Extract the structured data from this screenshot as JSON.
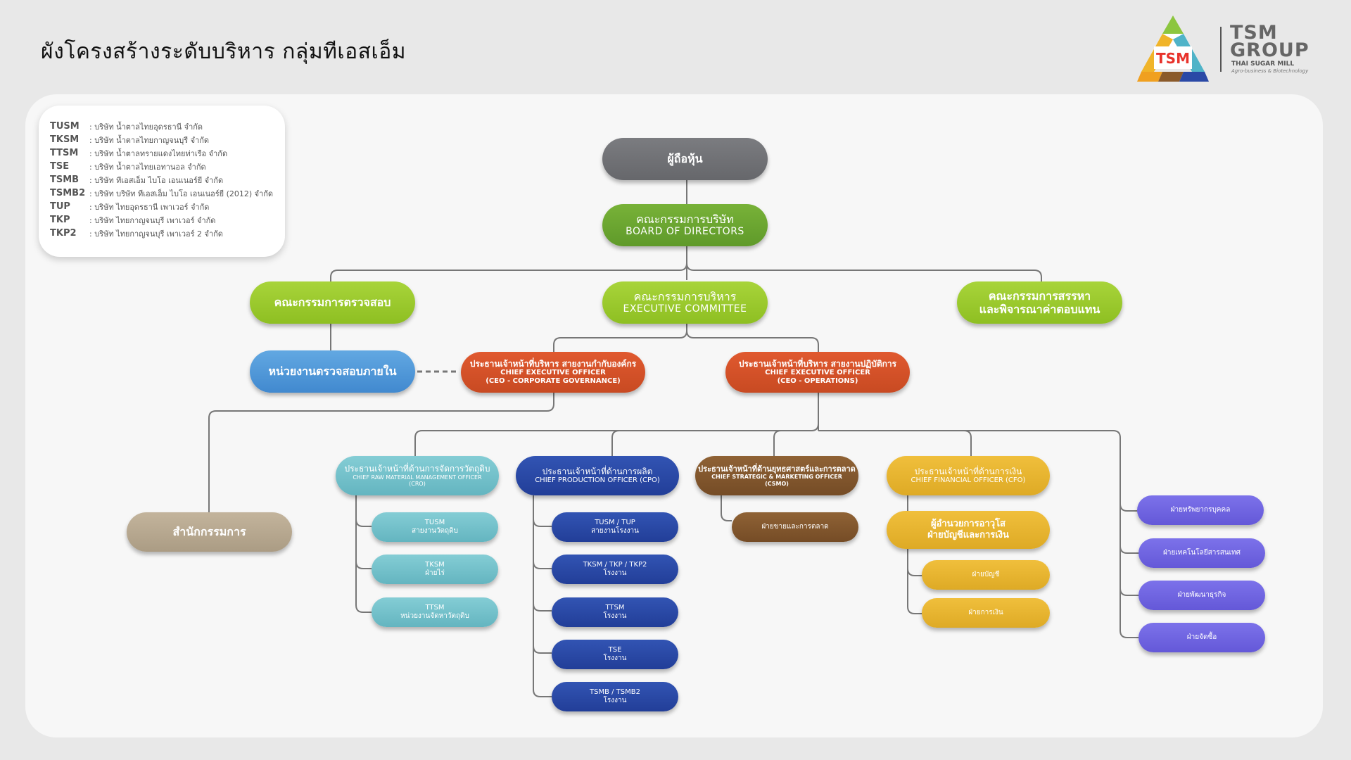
{
  "title": "ผังโครงสร้างระดับบริหาร กลุ่มทีเอสเอ็ม",
  "logo": {
    "mark": "TSM",
    "word1": "TSM",
    "word2": "GROUP",
    "sub": "THAI SUGAR MILL",
    "sub2": "Agro-business & Biotechnology"
  },
  "legend": [
    {
      "code": "TUSM",
      "desc": ": บริษัท น้ำตาลไทยอุดรธานี จำกัด"
    },
    {
      "code": "TKSM",
      "desc": ": บริษัท น้ำตาลไทยกาญจนบุรี จำกัด"
    },
    {
      "code": "TTSM",
      "desc": ": บริษัท น้ำตาลทรายแดงไทยท่าเรือ จำกัด"
    },
    {
      "code": "TSE",
      "desc": ": บริษัท น้ำตาลไทยเอทานอล จำกัด"
    },
    {
      "code": "TSMB",
      "desc": ": บริษัท ทีเอสเอ็ม ไบโอ เอนเนอร์ยี จำกัด"
    },
    {
      "code": "TSMB2",
      "desc": ": บริษัท บริษัท ทีเอสเอ็ม ไบโอ เอนเนอร์ยี (2012) จำกัด"
    },
    {
      "code": "TUP",
      "desc": ": บริษัท ไทยอุดรธานี เพาเวอร์ จำกัด"
    },
    {
      "code": "TKP",
      "desc": ": บริษัท ไทยกาญจนบุรี เพาเวอร์ จำกัด"
    },
    {
      "code": "TKP2",
      "desc": ": บริษัท ไทยกาญจนบุรี เพาเวอร์ 2 จำกัด"
    }
  ],
  "nodes": {
    "shareholders": {
      "th": "ผู้ถือหุ้น"
    },
    "board": {
      "th": "คณะกรรมการบริษัท",
      "en": "BOARD OF DIRECTORS"
    },
    "audit_committee": {
      "th": "คณะกรรมการตรวจสอบ"
    },
    "exec_committee": {
      "th": "คณะกรรมการบริหาร",
      "en": "EXECUTIVE COMMITTEE"
    },
    "nomination_committee": {
      "th1": "คณะกรรมการสรรหา",
      "th2": "และพิจารณาค่าตอบแทน"
    },
    "internal_audit": {
      "th": "หน่วยงานตรวจสอบภายใน"
    },
    "ceo_cg": {
      "th": "ประธานเจ้าหน้าที่บริหาร สายงานกำกับองค์กร",
      "en1": "CHIEF EXECUTIVE OFFICER",
      "en2": "(CEO - CORPORATE GOVERNANCE)"
    },
    "ceo_ops": {
      "th": "ประธานเจ้าหน้าที่บริหาร สายงานปฏิบัติการ",
      "en1": "CHIEF EXECUTIVE OFFICER",
      "en2": "(CEO - OPERATIONS)"
    },
    "office": {
      "th": "สำนักกรรมการ"
    },
    "cro": {
      "th": "ประธานเจ้าหน้าที่ด้านการจัดการวัตถุดิบ",
      "en1": "CHIEF RAW MATERIAL MANAGEMENT OFFICER",
      "en2": "(CRO)"
    },
    "cpo": {
      "th": "ประธานเจ้าหน้าที่ด้านการผลิต",
      "en1": "CHIEF PRODUCTION OFFICER (CPO)"
    },
    "csmo": {
      "th": "ประธานเจ้าหน้าที่ด้านยุทธศาสตร์และการตลาด",
      "en1": "CHIEF STRATEGIC & MARKETING OFFICER",
      "en2": "(CSMO)"
    },
    "cfo": {
      "th": "ประธานเจ้าหน้าที่ด้านการเงิน",
      "en1": "CHIEF FINANCIAL OFFICER (CFO)"
    },
    "cro_1": {
      "code": "TUSM",
      "th": "สายงานวัตถุดิบ"
    },
    "cro_2": {
      "code": "TKSM",
      "th": "ฝ่ายไร่"
    },
    "cro_3": {
      "code": "TTSM",
      "th": "หน่วยงานจัดหาวัตถุดิบ"
    },
    "cpo_1": {
      "code": "TUSM / TUP",
      "th": "สายงานโรงงาน"
    },
    "cpo_2": {
      "code": "TKSM / TKP / TKP2",
      "th": "โรงงาน"
    },
    "cpo_3": {
      "code": "TTSM",
      "th": "โรงงาน"
    },
    "cpo_4": {
      "code": "TSE",
      "th": "โรงงาน"
    },
    "cpo_5": {
      "code": "TSMB / TSMB2",
      "th": "โรงงาน"
    },
    "csmo_1": {
      "th": "ฝ่ายขายและการตลาด"
    },
    "cfo_director": {
      "th1": "ผู้อำนวยการอาวุโส",
      "th2": "ฝ่ายบัญชีและการเงิน"
    },
    "cfo_1": {
      "th": "ฝ่ายบัญชี"
    },
    "cfo_2": {
      "th": "ฝ่ายการเงิน"
    },
    "dept_1": {
      "th": "ฝ่ายทรัพยากรบุคคล"
    },
    "dept_2": {
      "th": "ฝ่ายเทคโนโลยีสารสนเทศ"
    },
    "dept_3": {
      "th": "ฝ่ายพัฒนาธุรกิจ"
    },
    "dept_4": {
      "th": "ฝ่ายจัดซื้อ"
    }
  },
  "colors": {
    "grey": "#6f7074",
    "green": "#6aa530",
    "lime": "#9aca2c",
    "orange": "#d5532a",
    "blue": "#4d97d8",
    "tan": "#b7a890",
    "teal": "#72c0ca",
    "navy": "#2a49a6",
    "brown": "#83582e",
    "gold": "#e8b52f",
    "purple": "#6f65e2",
    "line": "#777777"
  }
}
